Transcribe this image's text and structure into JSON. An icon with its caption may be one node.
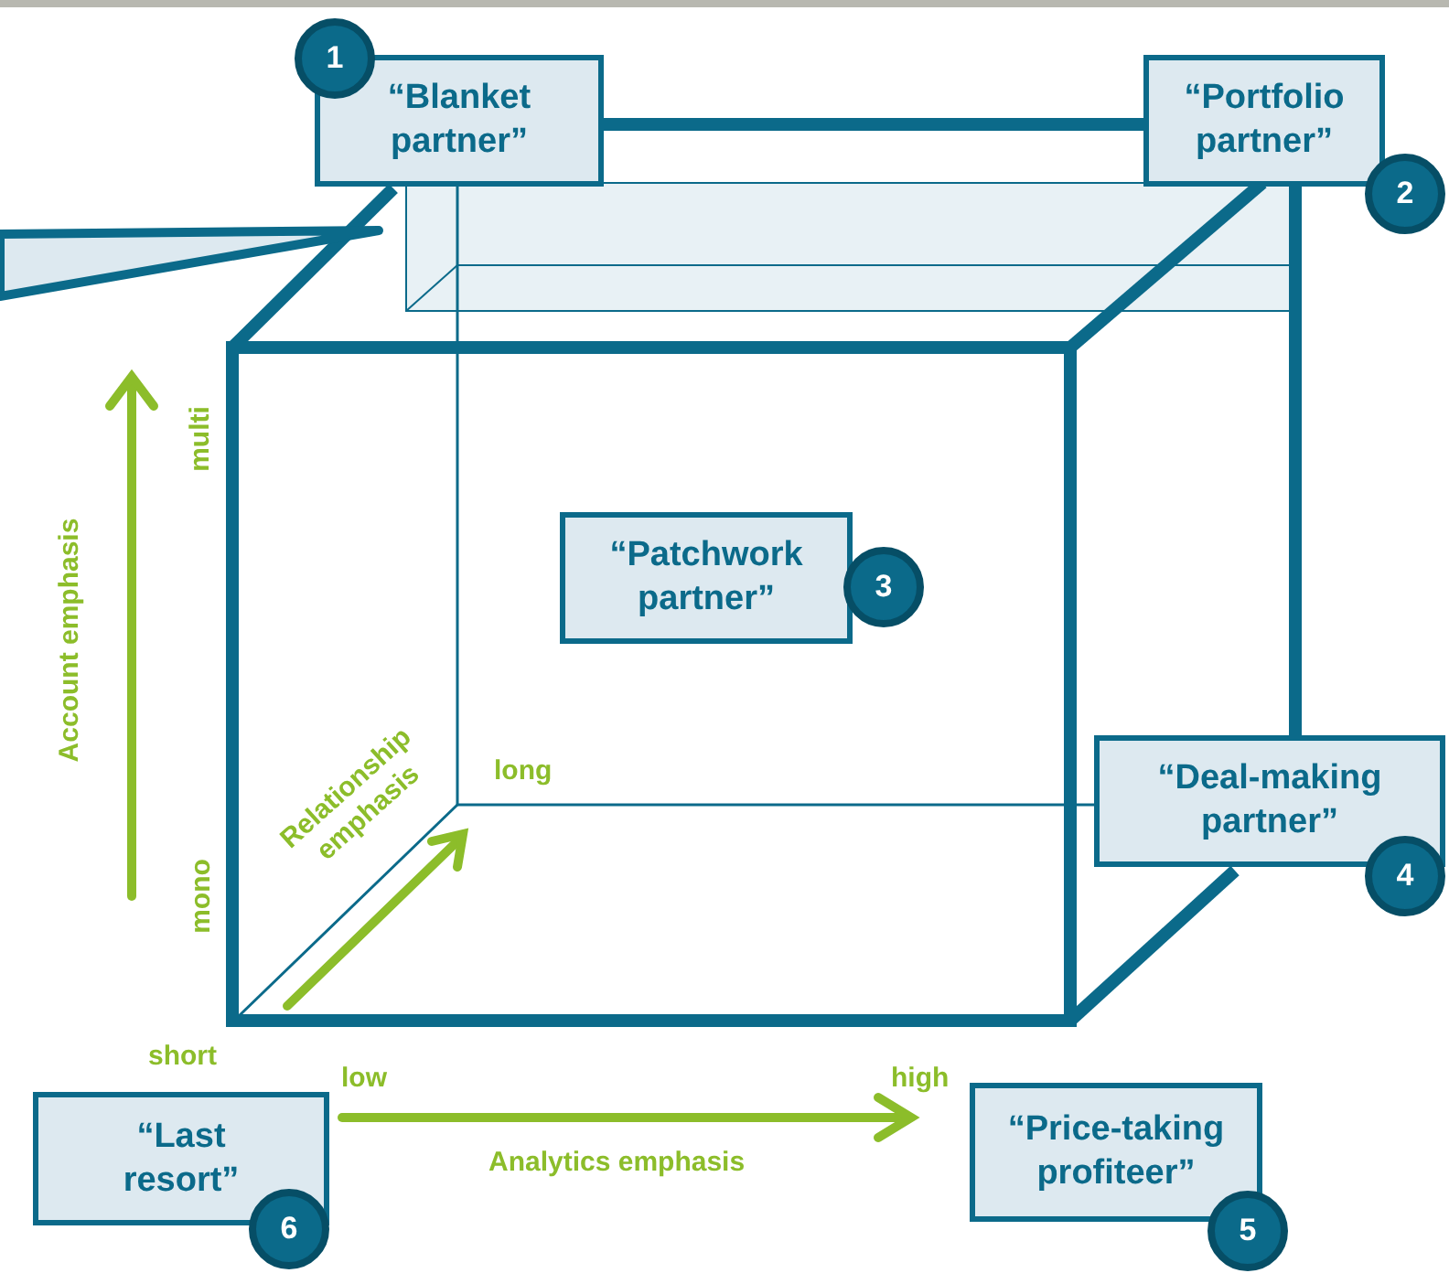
{
  "diagram": {
    "nodes": [
      {
        "text": [
          "“Blanket partner”"
        ]
      },
      {
        "text": [
          "“Portfolio partner”"
        ]
      },
      {
        "text": [
          "“Patchwork partner”"
        ]
      },
      {
        "text": [
          "“Deal-making partner”"
        ]
      },
      {
        "text": [
          "“Price-taking profiteer”"
        ]
      },
      {
        "text": [
          "“Last resort”"
        ]
      },
      {
        "text": [
          "1"
        ]
      },
      {
        "text": [
          "2"
        ]
      },
      {
        "text": [
          "3"
        ]
      },
      {
        "text": [
          "4"
        ]
      },
      {
        "text": [
          "5"
        ]
      },
      {
        "text": [
          "6"
        ]
      }
    ],
    "edges": [],
    "labels": [
      "multi",
      "Account emphasis",
      "Relationship emphasis",
      "long",
      "mono",
      "short",
      "low",
      "high",
      "Analytics emphasis"
    ]
  }
}
